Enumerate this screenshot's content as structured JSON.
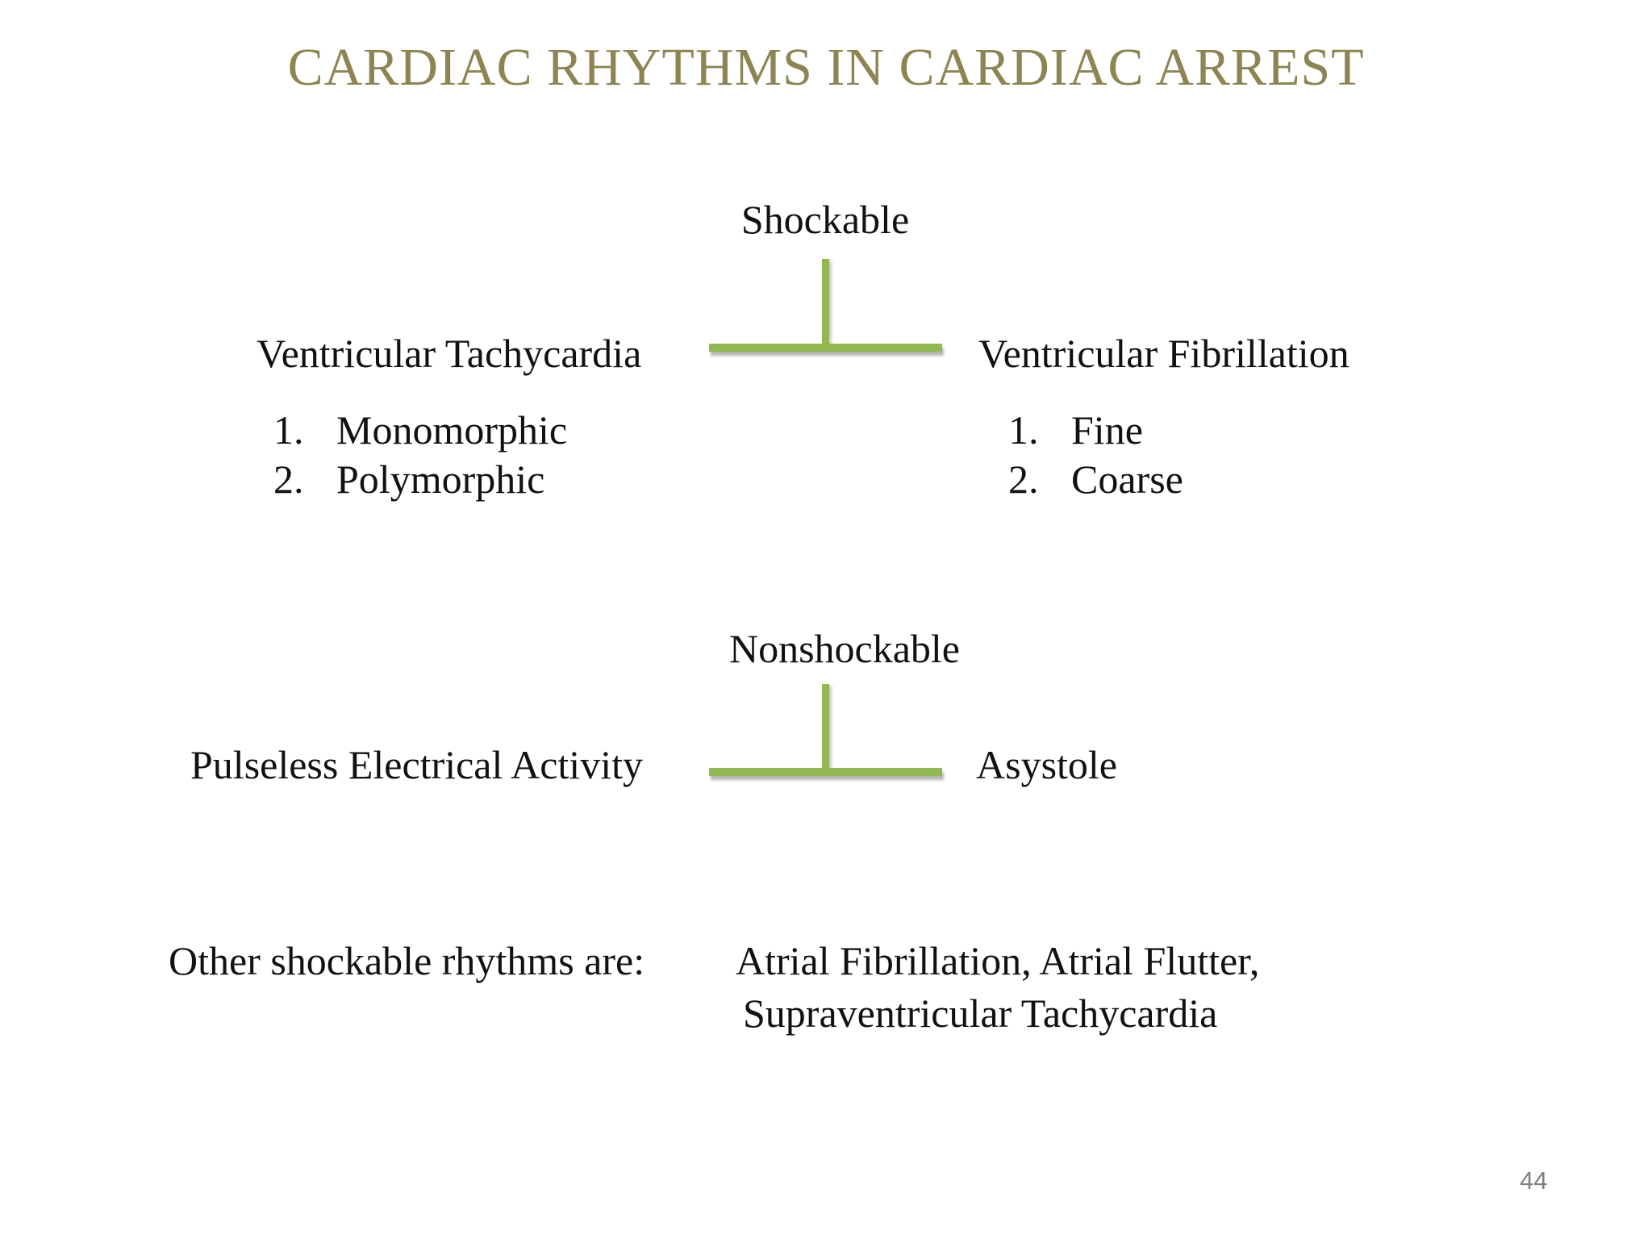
{
  "slide": {
    "title": "CARDIAC RHYTHMS IN CARDIAC ARREST",
    "page_number": "44",
    "colors": {
      "title": "#8E8452",
      "connector": "#92B850",
      "text": "#111111",
      "page_number": "#7F7F7F"
    },
    "shockable": {
      "label": "Shockable",
      "left": {
        "label": "Ventricular Tachycardia",
        "items": [
          {
            "num": "1.",
            "text": "Monomorphic"
          },
          {
            "num": "2.",
            "text": "Polymorphic"
          }
        ]
      },
      "right": {
        "label": "Ventricular Fibrillation",
        "items": [
          {
            "num": "1.",
            "text": "Fine"
          },
          {
            "num": "2.",
            "text": "Coarse"
          }
        ]
      }
    },
    "nonshockable": {
      "label": "Nonshockable",
      "left": {
        "label": "Pulseless Electrical Activity"
      },
      "right": {
        "label": "Asystole"
      }
    },
    "note": {
      "intro": "Other shockable rhythms are:",
      "line1": "Atrial Fibrillation, Atrial Flutter,",
      "line2": "Supraventricular Tachycardia"
    }
  }
}
